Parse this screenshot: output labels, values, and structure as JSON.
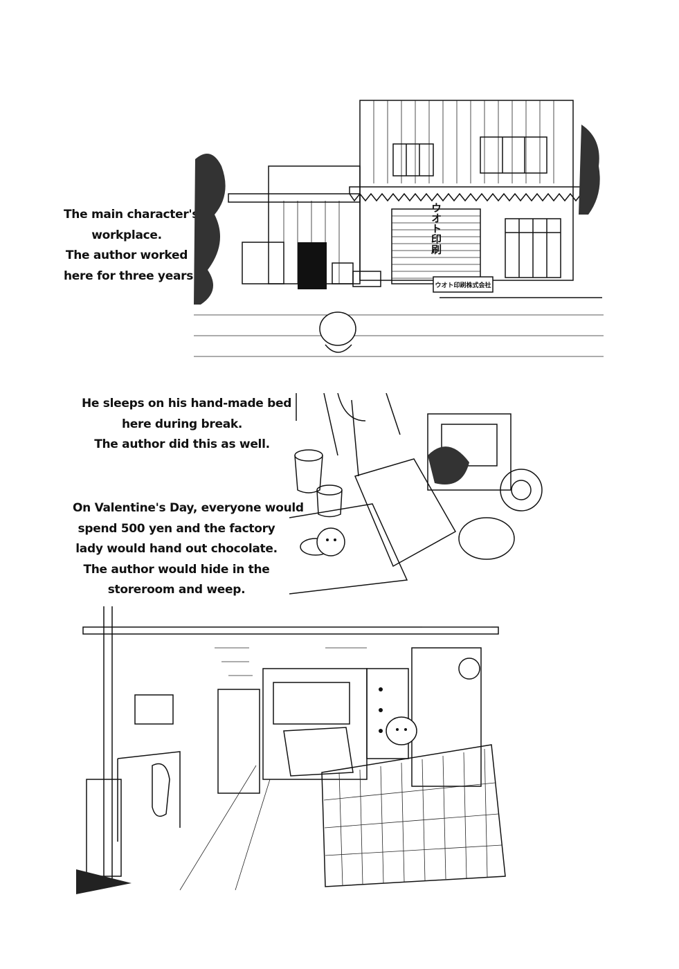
{
  "captions": {
    "workplace": [
      "The main character's",
      "workplace.",
      "The author worked",
      "here for three years."
    ],
    "bed": [
      "He sleeps on his hand-made bed",
      "here during break.",
      "The author did this as well."
    ],
    "valentine": [
      "On Valentine's Day, everyone would",
      "spend 500 yen and the factory",
      "lady would hand out chocolate.",
      "The author would hide in the",
      "storeroom and weep."
    ]
  },
  "panels": {
    "factory_exterior": {
      "shutter_sign": "ウオト印刷",
      "plate_sign": "ウオト印刷株式会社"
    }
  }
}
